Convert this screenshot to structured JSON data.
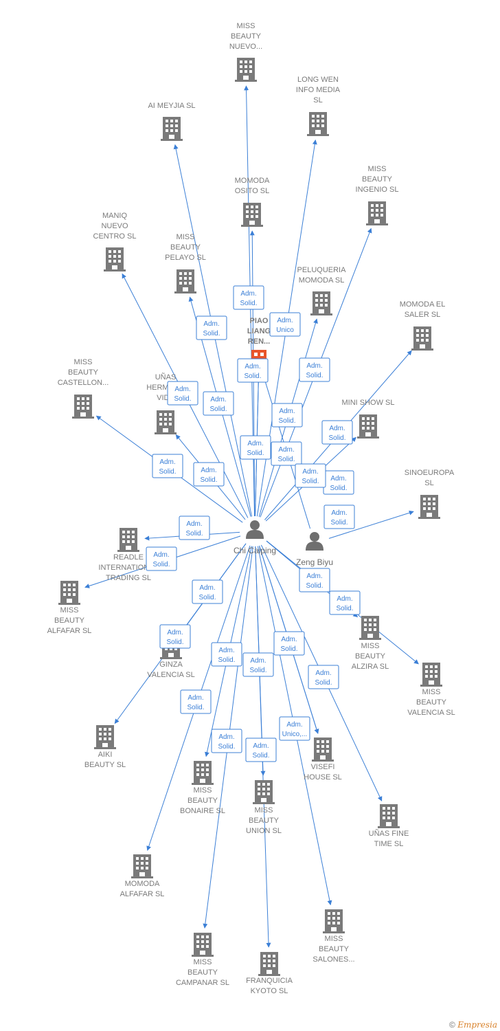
{
  "colors": {
    "edge": "#3b7fd6",
    "building": "#7a7a7a",
    "highlight": "#e8542a",
    "text": "#7a7a7a"
  },
  "persons": [
    {
      "id": "chi",
      "label": "Chi Caiping",
      "icon": "person-icon"
    },
    {
      "id": "zeng",
      "label": "Zeng Biyu",
      "icon": "person-icon"
    }
  ],
  "highlight_node": {
    "id": "piao",
    "lines": [
      "PIAO",
      "LIANG",
      "REN..."
    ],
    "icon": "highlighted-company-icon"
  },
  "companies": [
    {
      "id": "missnuevo",
      "lines": [
        "MISS",
        "BEAUTY",
        "NUEVO..."
      ]
    },
    {
      "id": "longwen",
      "lines": [
        "LONG WEN",
        "INFO MEDIA",
        "SL"
      ]
    },
    {
      "id": "aimeyjia",
      "lines": [
        "AI MEYJIA  SL"
      ]
    },
    {
      "id": "ingenio",
      "lines": [
        "MISS",
        "BEAUTY",
        "INGENIO  SL"
      ]
    },
    {
      "id": "momodaosito",
      "lines": [
        "MOMODA",
        "OSITO  SL"
      ]
    },
    {
      "id": "maniq",
      "lines": [
        "MANIQ",
        "NUEVO",
        "CENTRO  SL"
      ]
    },
    {
      "id": "pelayo",
      "lines": [
        "MISS",
        "BEAUTY",
        "PELAYO  SL"
      ]
    },
    {
      "id": "peluqueria",
      "lines": [
        "PELUQUERIA",
        "MOMODA  SL"
      ]
    },
    {
      "id": "saler",
      "lines": [
        "MOMODA EL",
        "SALER  SL"
      ]
    },
    {
      "id": "castellon",
      "lines": [
        "MISS",
        "BEAUTY",
        "CASTELLON..."
      ]
    },
    {
      "id": "hermosa",
      "lines": [
        "UÑAS",
        "HERMOSA",
        "VIDA"
      ]
    },
    {
      "id": "minishow",
      "lines": [
        "MINI SHOW  SL"
      ]
    },
    {
      "id": "sinoeuropa",
      "lines": [
        "SINOEUROPA",
        "SL"
      ]
    },
    {
      "id": "readle",
      "lines": [
        "READLE",
        "INTERNATIONAL",
        "TRADING  SL"
      ]
    },
    {
      "id": "alfafarmb",
      "lines": [
        "MISS",
        "BEAUTY",
        "ALFAFAR  SL"
      ]
    },
    {
      "id": "ginza",
      "lines": [
        "GINZA",
        "VALENCIA  SL"
      ]
    },
    {
      "id": "alzira",
      "lines": [
        "MISS",
        "BEAUTY",
        "ALZIRA  SL"
      ]
    },
    {
      "id": "valenciamb",
      "lines": [
        "MISS",
        "BEAUTY",
        "VALENCIA  SL"
      ]
    },
    {
      "id": "aiki",
      "lines": [
        "AIKI",
        "BEAUTY  SL"
      ]
    },
    {
      "id": "bonaire",
      "lines": [
        "MISS",
        "BEAUTY",
        "BONAIRE  SL"
      ]
    },
    {
      "id": "union",
      "lines": [
        "MISS",
        "BEAUTY",
        "UNION  SL"
      ]
    },
    {
      "id": "visefi",
      "lines": [
        "VISEFI",
        "HOUSE  SL"
      ]
    },
    {
      "id": "finetime",
      "lines": [
        "UÑAS FINE",
        "TIME  SL"
      ]
    },
    {
      "id": "momodaalfafar",
      "lines": [
        "MOMODA",
        "ALFAFAR  SL"
      ]
    },
    {
      "id": "salones",
      "lines": [
        "MISS",
        "BEAUTY",
        "SALONES..."
      ]
    },
    {
      "id": "campanar",
      "lines": [
        "MISS",
        "BEAUTY",
        "CAMPANAR  SL"
      ]
    },
    {
      "id": "kyoto",
      "lines": [
        "FRANQUICIA",
        "KYOTO  SL"
      ]
    }
  ],
  "edge_labels": [
    [
      "Adm.",
      "Solid."
    ],
    [
      "Adm.",
      "Unico"
    ],
    [
      "Adm.",
      "Solid."
    ],
    [
      "Adm.",
      "Solid."
    ],
    [
      "Adm.",
      "Solid."
    ],
    [
      "Adm.",
      "Solid."
    ],
    [
      "Adm.",
      "Solid."
    ],
    [
      "Adm.",
      "Solid."
    ],
    [
      "Adm.",
      "Solid."
    ],
    [
      "Adm.",
      "Solid."
    ],
    [
      "Adm.",
      "Solid."
    ],
    [
      "Adm.",
      "Solid."
    ],
    [
      "Adm.",
      "Solid."
    ],
    [
      "Adm.",
      "Solid."
    ],
    [
      "Adm.",
      "Solid."
    ],
    [
      "Adm.",
      "Solid."
    ],
    [
      "Adm.",
      "Solid."
    ],
    [
      "Adm.",
      "Solid."
    ],
    [
      "Adm.",
      "Solid."
    ],
    [
      "Adm.",
      "Solid."
    ],
    [
      "Adm.",
      "Solid."
    ],
    [
      "Adm.",
      "Solid."
    ],
    [
      "Adm.",
      "Solid."
    ],
    [
      "Adm.",
      "Solid."
    ],
    [
      "Adm.",
      "Solid."
    ],
    [
      "Adm.",
      "Solid."
    ],
    [
      "Adm.",
      "Solid."
    ],
    [
      "Adm.",
      "Unico,..."
    ],
    [
      "Adm.",
      "Solid."
    ],
    [
      "Adm.",
      "Solid."
    ],
    [
      "Adm.",
      "Solid."
    ]
  ],
  "footer": {
    "copyright": "©",
    "brand": "Empresia"
  }
}
